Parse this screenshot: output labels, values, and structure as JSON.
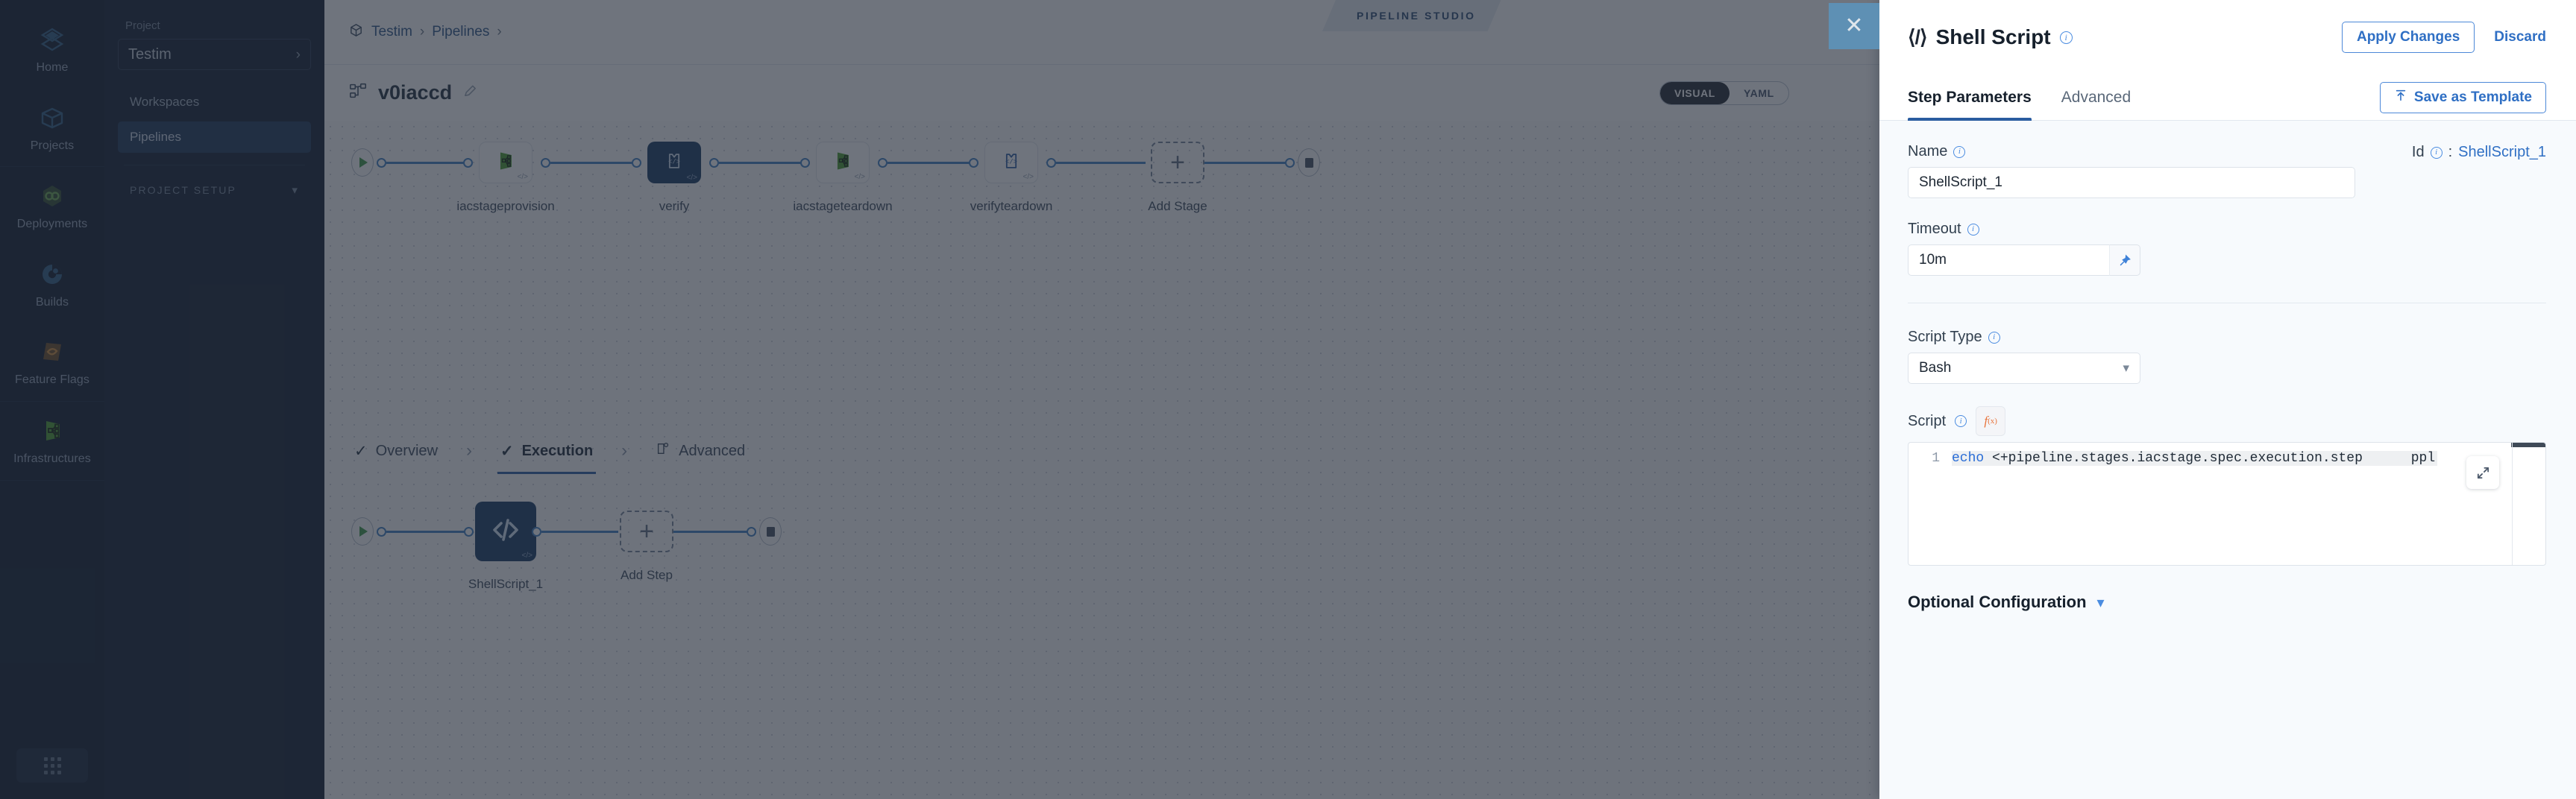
{
  "primary_nav": {
    "items": [
      {
        "label": "Home",
        "icon": "home-diamond-icon"
      },
      {
        "label": "Projects",
        "icon": "projects-box-icon"
      },
      {
        "label": "Deployments",
        "icon": "deployments-infinity-icon"
      },
      {
        "label": "Builds",
        "icon": "builds-gear-icon"
      },
      {
        "label": "Feature Flags",
        "icon": "feature-flags-icon"
      },
      {
        "label": "Infrastructures",
        "icon": "infrastructures-icon"
      }
    ],
    "launcher_icon": "apps-grid-icon"
  },
  "project_nav": {
    "project_label": "Project",
    "project_name": "Testim",
    "items": [
      {
        "label": "Workspaces",
        "active": false
      },
      {
        "label": "Pipelines",
        "active": true
      }
    ],
    "setup_label": "PROJECT SETUP"
  },
  "topbar": {
    "breadcrumb": [
      "Testim",
      "Pipelines"
    ],
    "separator": "›",
    "studio_tag": "PIPELINE STUDIO",
    "close_icon": "close-icon"
  },
  "subbar": {
    "pipeline_name": "v0iaccd",
    "edit_icon": "pencil-edit-icon",
    "pipeline_icon": "pipeline-nodes-icon",
    "view_toggle": {
      "options": [
        "VISUAL",
        "YAML"
      ],
      "selected": "VISUAL"
    }
  },
  "canvas": {
    "stages": [
      {
        "name": "iacstageprovision",
        "type": "infrastructure",
        "selected": false
      },
      {
        "name": "verify",
        "type": "custom",
        "selected": true
      },
      {
        "name": "iacstageteardown",
        "type": "infrastructure",
        "selected": false
      },
      {
        "name": "verifyteardown",
        "type": "custom",
        "selected": false
      }
    ],
    "add_stage_label": "Add Stage",
    "stage_tabs": [
      {
        "label": "Overview",
        "active": false,
        "checked": true
      },
      {
        "label": "Execution",
        "active": true,
        "checked": true
      },
      {
        "label": "Advanced",
        "active": false,
        "checked": false
      }
    ],
    "steps": [
      {
        "name": "ShellScript_1",
        "selected": true
      }
    ],
    "add_step_label": "Add Step"
  },
  "step_panel": {
    "title": "Shell Script",
    "title_icon": "code-brackets-icon",
    "apply_label": "Apply Changes",
    "discard_label": "Discard",
    "tabs": [
      {
        "label": "Step Parameters",
        "active": true
      },
      {
        "label": "Advanced",
        "active": false
      }
    ],
    "save_template_label": "Save as Template",
    "save_template_icon": "upload-arrow-icon",
    "name": {
      "label": "Name",
      "value": "ShellScript_1",
      "id_label": "Id",
      "id_separator": ":",
      "id_value": "ShellScript_1"
    },
    "timeout": {
      "label": "Timeout",
      "value": "10m",
      "pin_icon": "pin-icon"
    },
    "script_type": {
      "label": "Script Type",
      "value": "Bash",
      "chevron_icon": "chevron-down-icon"
    },
    "script": {
      "label": "Script",
      "fx_label": "f",
      "fx_sub": "(x)",
      "line_number": "1",
      "keyword": "echo",
      "code": " <+pipeline.stages.iacstage.spec.execution.step      ppl",
      "expand_icon": "expand-fullscreen-icon"
    },
    "optional_configuration": {
      "label": "Optional Configuration",
      "chevron_icon": "chevron-down-icon"
    }
  },
  "colors": {
    "accent_blue": "#2f6fc4",
    "node_selected": "#173962",
    "connector": "#3f7fc1",
    "green_icon": "#4a9c2d",
    "fx_orange": "#e8743c"
  }
}
